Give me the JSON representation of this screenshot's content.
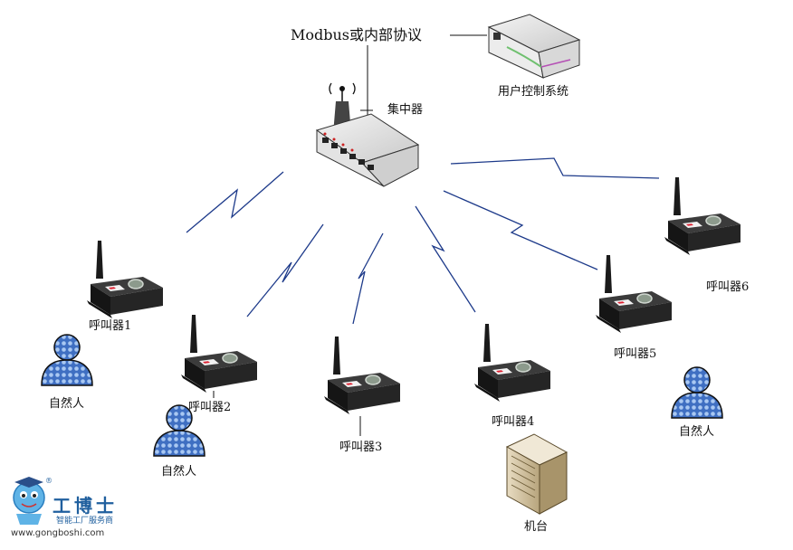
{
  "protocol_label": "Modbus或内部协议",
  "user_system_label": "用户控制系统",
  "concentrator_label": "集中器",
  "callers": [
    "呼叫器1",
    "呼叫器2",
    "呼叫器3",
    "呼叫器4",
    "呼叫器5",
    "呼叫器6"
  ],
  "person_label": "自然人",
  "machine_label": "机台",
  "brand": {
    "name": "工博士",
    "slogan": "智能工厂服务商",
    "url": "www.gongboshi.com",
    "mark": "®"
  },
  "colors": {
    "wireless": "#1d3a8a",
    "person": "#4a7fd0",
    "device": "#2a2a2a",
    "brand": "#1f5f9e"
  }
}
